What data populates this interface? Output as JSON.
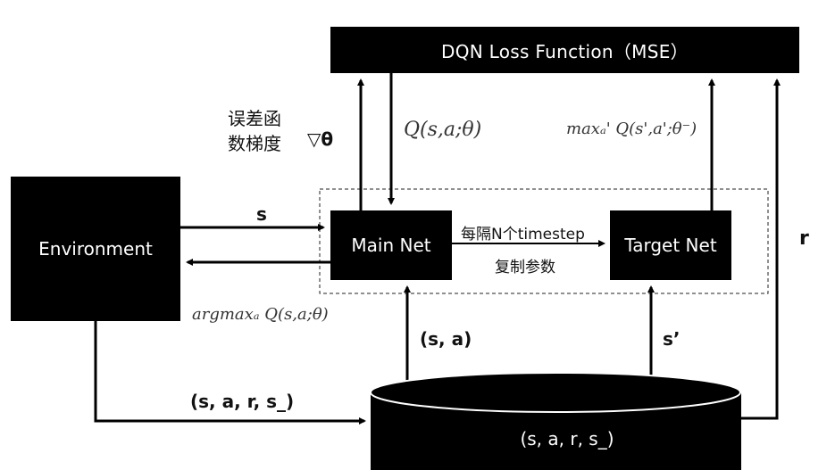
{
  "loss_function": {
    "label": "DQN Loss Function（MSE）"
  },
  "environment": {
    "label": "Environment"
  },
  "main_net": {
    "label": "Main Net"
  },
  "target_net": {
    "label": "Target Net"
  },
  "replay_memory": {
    "label": "(s, a, r, s_)"
  },
  "labels": {
    "gradient_line1": "误差函",
    "gradient_line2": "数梯度",
    "nabla_theta": "▽θ",
    "q_main": "Q(s,a;θ)",
    "q_target": "maxₐ' Q(s',a';θ⁻)",
    "state": "s",
    "copy_top": "每隔N个timestep",
    "copy_bottom": "复制参数",
    "argmax": "argmaxₐ Q(s,a;θ)",
    "sample_sa": "(s, a)",
    "sample_s_next": "s’",
    "transition": "(s, a, r, s_)",
    "reward": "r"
  }
}
